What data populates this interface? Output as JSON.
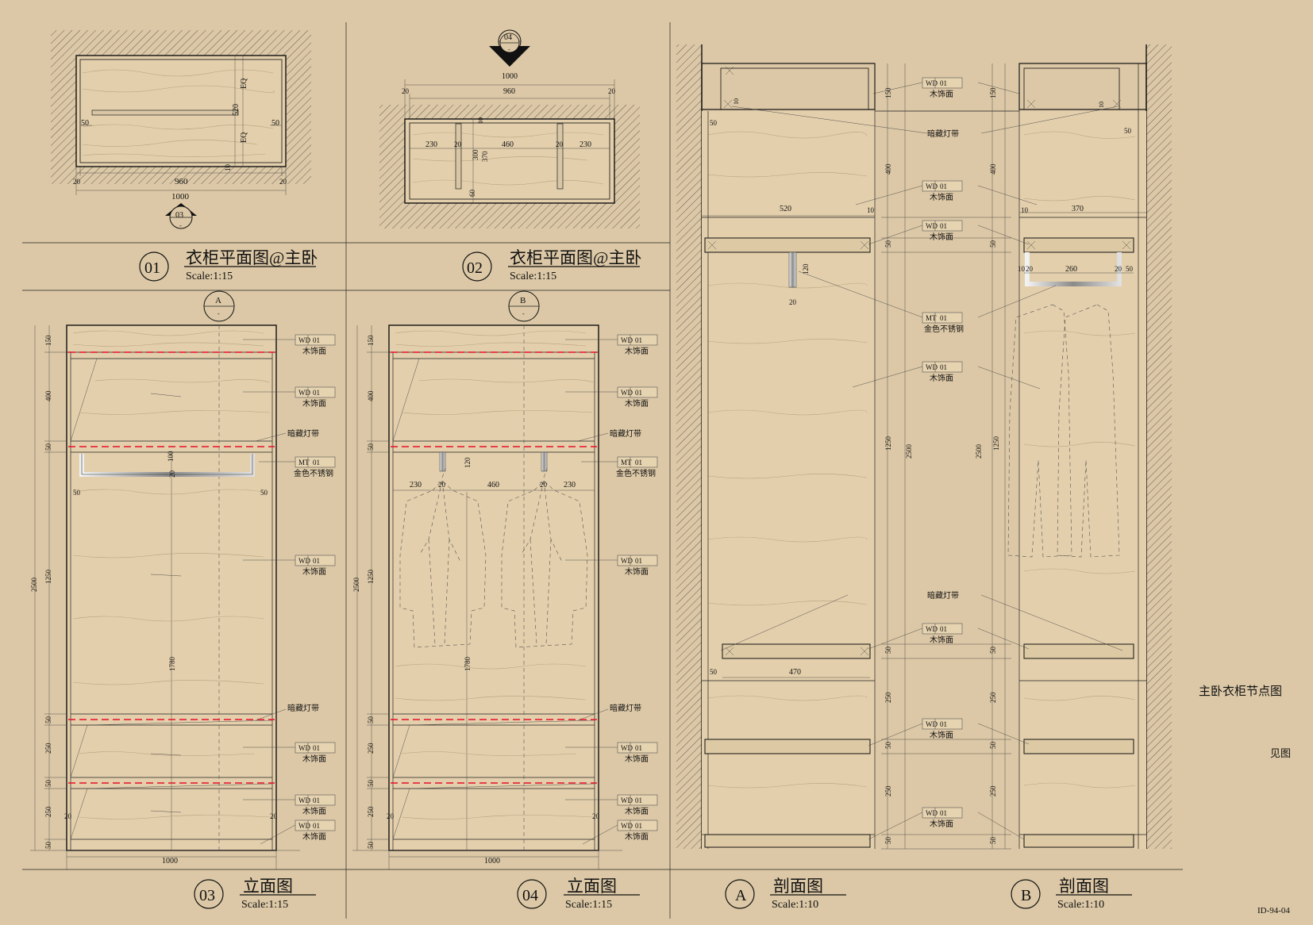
{
  "drawing_id": "ID-94-04",
  "note": {
    "title": "主卧衣柜节点图",
    "see": "见图"
  },
  "views": [
    {
      "num": "01",
      "title": "衣柜平面图@主卧",
      "scale": "Scale:1:15"
    },
    {
      "num": "02",
      "title": "衣柜平面图@主卧",
      "scale": "Scale:1:15"
    },
    {
      "num": "03",
      "title": "立面图",
      "scale": "Scale:1:15"
    },
    {
      "num": "04",
      "title": "立面图",
      "scale": "Scale:1:15"
    },
    {
      "num": "A",
      "title": "剖面图",
      "scale": "Scale:1:10"
    },
    {
      "num": "B",
      "title": "剖面图",
      "scale": "Scale:1:10"
    }
  ],
  "markers": {
    "m03": "03",
    "m04": "04",
    "mA": "A",
    "mB": "B",
    "dash": "-"
  },
  "materials": {
    "wd": {
      "code": "WD",
      "num": "01",
      "name": "木饰面"
    },
    "mt": {
      "code": "MT",
      "num": "01",
      "name": "金色不锈钢"
    },
    "led": "暗藏灯带"
  },
  "dims": {
    "d1000": "1000",
    "d960": "960",
    "d520": "520",
    "d50": "50",
    "d20": "20",
    "d10": "10",
    "eq": "EQ",
    "d230": "230",
    "d460": "460",
    "d300": "300",
    "d370": "370",
    "d60": "60",
    "d150": "150",
    "d400": "400",
    "d1250": "1250",
    "d250": "250",
    "d2500": "2500",
    "d1780": "1780",
    "d100": "100",
    "d120": "120",
    "d470": "470",
    "d260": "260"
  }
}
